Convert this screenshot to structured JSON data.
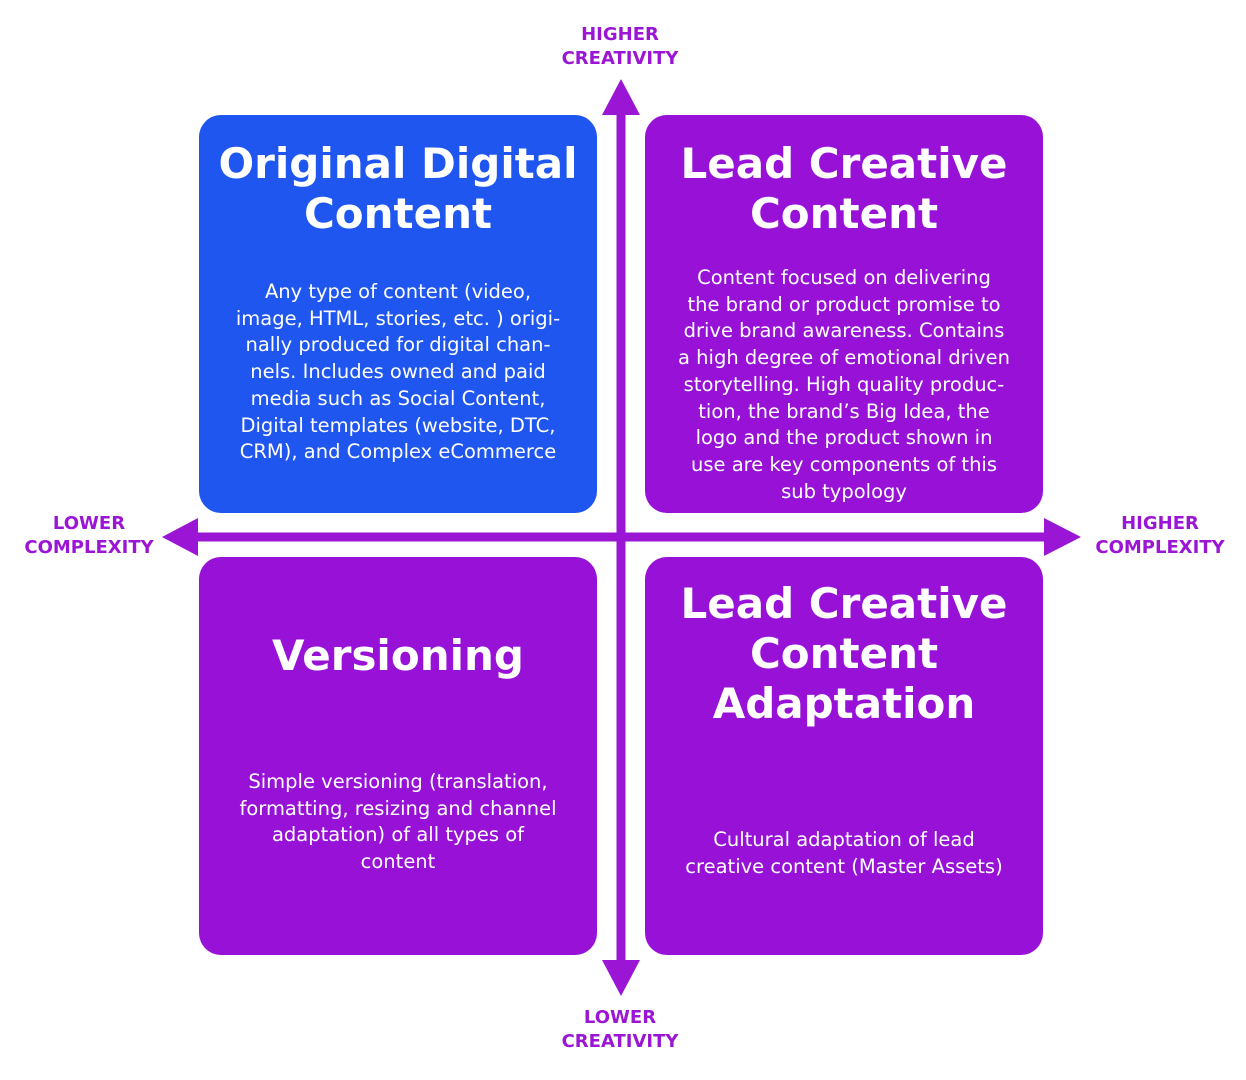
{
  "axes": {
    "color": "#9b16d4",
    "top_label": "HIGHER\nCREATIVITY",
    "bottom_label": "LOWER\nCREATIVITY",
    "left_label": "LOWER\nCOMPLEXITY",
    "right_label": "HIGHER\nCOMPLEXITY"
  },
  "quadrants": {
    "top_left": {
      "title": "Original Digital\nContent",
      "description": "Any type of content (video,\nimage, HTML, stories, etc. ) origi-\nnally produced for digital chan-\nnels. Includes owned and paid\nmedia such as Social Content,\nDigital templates (website, DTC,\nCRM), and Complex eCommerce",
      "color": "#1f56ef"
    },
    "top_right": {
      "title": "Lead Creative\nContent",
      "description": "Content focused on delivering\nthe brand or product promise to\ndrive brand awareness. Contains\na high degree of emotional driven\nstorytelling. High quality produc-\ntion, the brand’s Big Idea, the\nlogo and the product shown in\nuse are key components of this\nsub typology",
      "color": "#9711d6"
    },
    "bottom_left": {
      "title": "Versioning",
      "description": "Simple versioning (translation,\nformatting, resizing and channel\nadaptation) of all types of\ncontent",
      "color": "#9711d6"
    },
    "bottom_right": {
      "title": "Lead Creative\nContent\nAdaptation",
      "description": "Cultural adaptation of lead\ncreative content (Master Assets)",
      "color": "#9711d6"
    }
  }
}
